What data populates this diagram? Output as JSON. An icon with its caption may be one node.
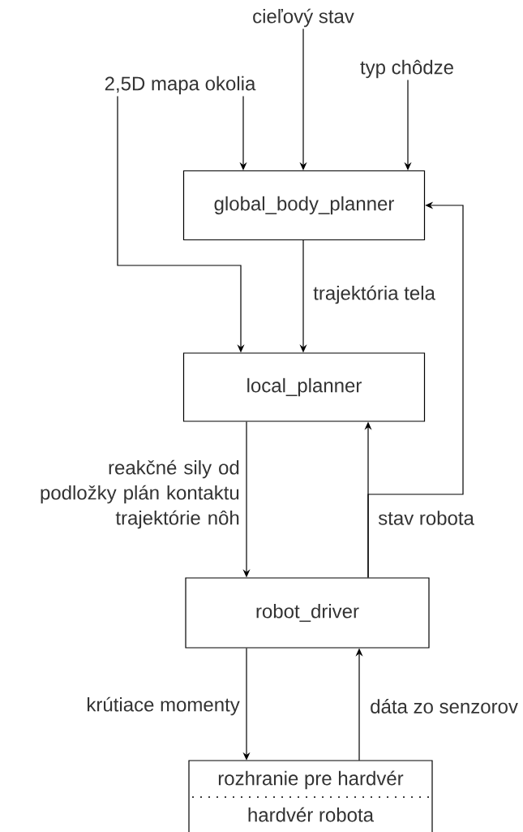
{
  "diagram": {
    "nodes": [
      {
        "text": [
          "2,5D mapa okolia"
        ]
      },
      {
        "text": [
          "cieľový stav"
        ]
      },
      {
        "text": [
          "typ chôdze"
        ]
      },
      {
        "text": [
          "global_body_planner"
        ]
      },
      {
        "text": [
          "local_planner"
        ]
      },
      {
        "text": [
          "robot_driver"
        ]
      },
      {
        "text": [
          "rozhranie pre hardvér",
          "hardvér robota"
        ]
      }
    ],
    "edges": [
      {
        "from": 0,
        "to": 3,
        "arrow": "to"
      },
      {
        "from": 1,
        "to": 3,
        "arrow": "to"
      },
      {
        "from": 2,
        "to": 3,
        "arrow": "to"
      },
      {
        "from": 0,
        "to": 4,
        "arrow": "to"
      },
      {
        "from": 3,
        "to": 4,
        "arrow": "to",
        "label": "trajektória tela"
      },
      {
        "from": 4,
        "to": 5,
        "arrow": "to",
        "label": "reakčné sily od podložky plán kontaktu trajektórie nôh"
      },
      {
        "from": 5,
        "to": 4,
        "arrow": "to",
        "label": "stav robota"
      },
      {
        "from": 5,
        "to": 3,
        "arrow": "to"
      },
      {
        "from": 5,
        "to": 6,
        "arrow": "to",
        "label": "krútiace momenty"
      },
      {
        "from": 6,
        "to": 5,
        "arrow": "to",
        "label": "dáta zo senzorov"
      }
    ]
  }
}
